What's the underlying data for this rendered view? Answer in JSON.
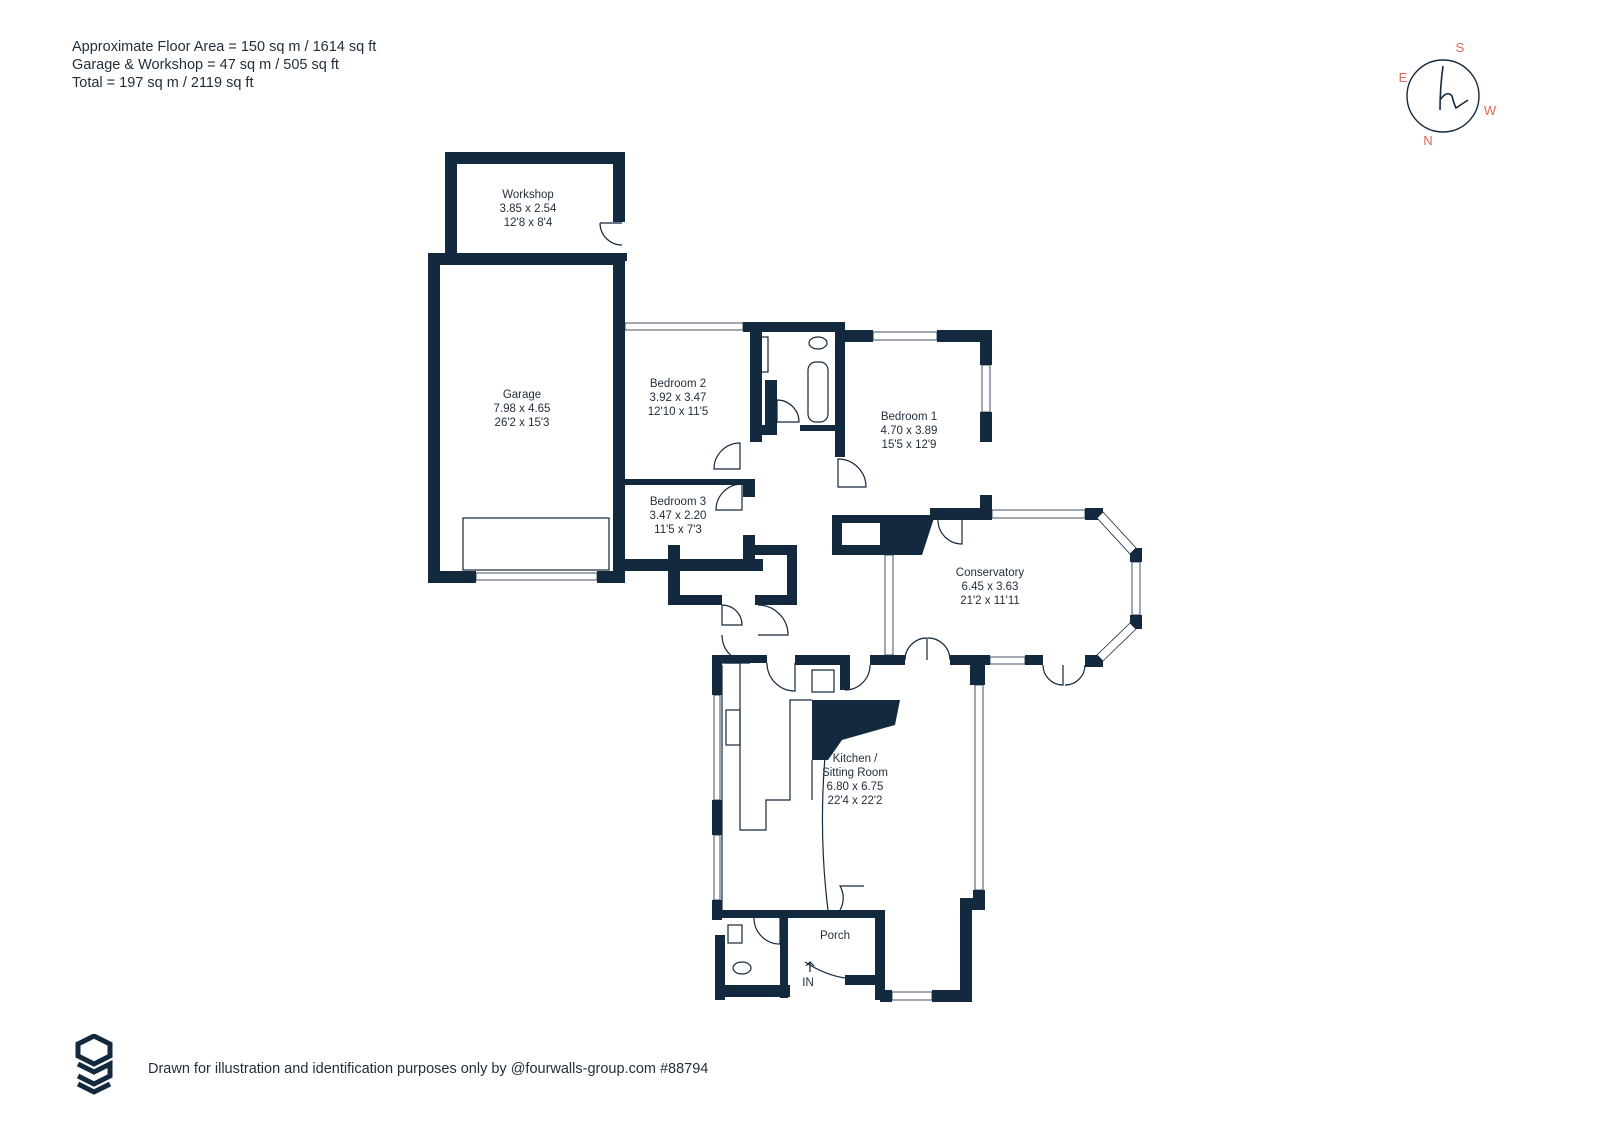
{
  "area_info": {
    "line1": "Approximate Floor Area = 150 sq m / 1614 sq ft",
    "line2": "Garage & Workshop = 47 sq m / 505 sq ft",
    "line3": "Total = 197 sq m / 2119 sq ft"
  },
  "compass": {
    "s": "S",
    "e": "E",
    "w": "W",
    "n": "N",
    "monogram": "h"
  },
  "rooms": {
    "workshop": {
      "name": "Workshop",
      "metric": "3.85 x 2.54",
      "imperial": "12'8 x 8'4"
    },
    "garage": {
      "name": "Garage",
      "metric": "7.98 x 4.65",
      "imperial": "26'2 x 15'3"
    },
    "bedroom2": {
      "name": "Bedroom 2",
      "metric": "3.92 x 3.47",
      "imperial": "12'10 x 11'5"
    },
    "bedroom3": {
      "name": "Bedroom 3",
      "metric": "3.47 x 2.20",
      "imperial": "11'5 x 7'3"
    },
    "bedroom1": {
      "name": "Bedroom 1",
      "metric": "4.70 x 3.89",
      "imperial": "15'5 x 12'9"
    },
    "conservatory": {
      "name": "Conservatory",
      "metric": "6.45 x 3.63",
      "imperial": "21'2 x 11'11"
    },
    "kitchen": {
      "name1": "Kitchen /",
      "name2": "Sitting Room",
      "metric": "6.80 x 6.75",
      "imperial": "22'4 x 22'2"
    },
    "porch": {
      "name": "Porch"
    },
    "entrance": "IN"
  },
  "footer": "Drawn for illustration and identification purposes only by @fourwalls-group.com #88794",
  "colors": {
    "wall": "#13293d",
    "accent": "#e0675a"
  }
}
